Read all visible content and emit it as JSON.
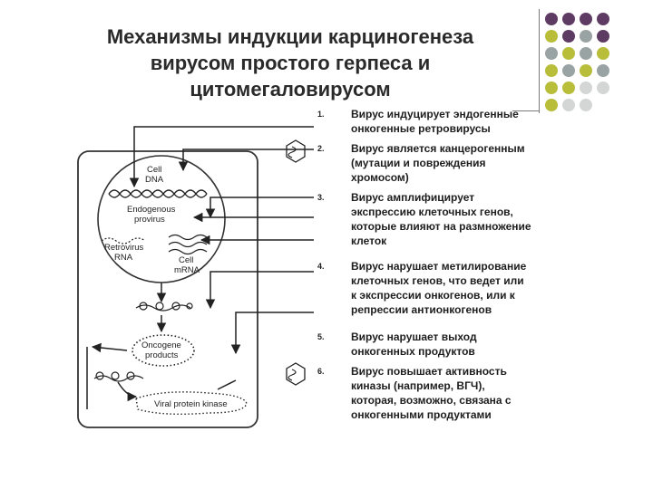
{
  "title": {
    "line1": "Механизмы индукции карциногенеза",
    "line2": "вирусом простого герпеса и",
    "line3": "цитомегаловирусом"
  },
  "diagram": {
    "cell_dna": "Cell DNA",
    "endogenous_provirus": "Endogenous provirus",
    "retrovirus_rna": "Retrovirus RNA",
    "cell_mrna": "Cell mRNA",
    "oncogene_products": "Oncogene products",
    "viral_protein_kinase": "Viral protein kinase"
  },
  "items": [
    {
      "num": "1.",
      "text": "Вирус индуцирует эндогенные\nонкогенные ретровирусы"
    },
    {
      "num": "2.",
      "text": "Вирус является канцерогенным\n(мутации и повреждения\nхромосом)"
    },
    {
      "num": "3.",
      "text": "Вирус амплифицирует\nэкспрессию клеточных генов,\nкоторые влияют на размножение\nклеток"
    },
    {
      "num": "4.",
      "text": "Вирус нарушает метилирование\nклеточных генов,  что ведет или\nк экспрессии онкогенов, или к\nрепрессии антионкогенов"
    },
    {
      "num": "5.",
      "text": "Вирус нарушает выход\nонкогенных продуктов"
    },
    {
      "num": "6.",
      "text": "Вирус повышает активность\nкиназы (например, ВГЧ),\nкоторая, возможно, связана с\nонкогенными продуктами"
    }
  ],
  "colors": {
    "purple": "#5e3b63",
    "olive": "#b8bd3a",
    "gray": "#9aa3a3",
    "title": "#2a2a2a"
  }
}
